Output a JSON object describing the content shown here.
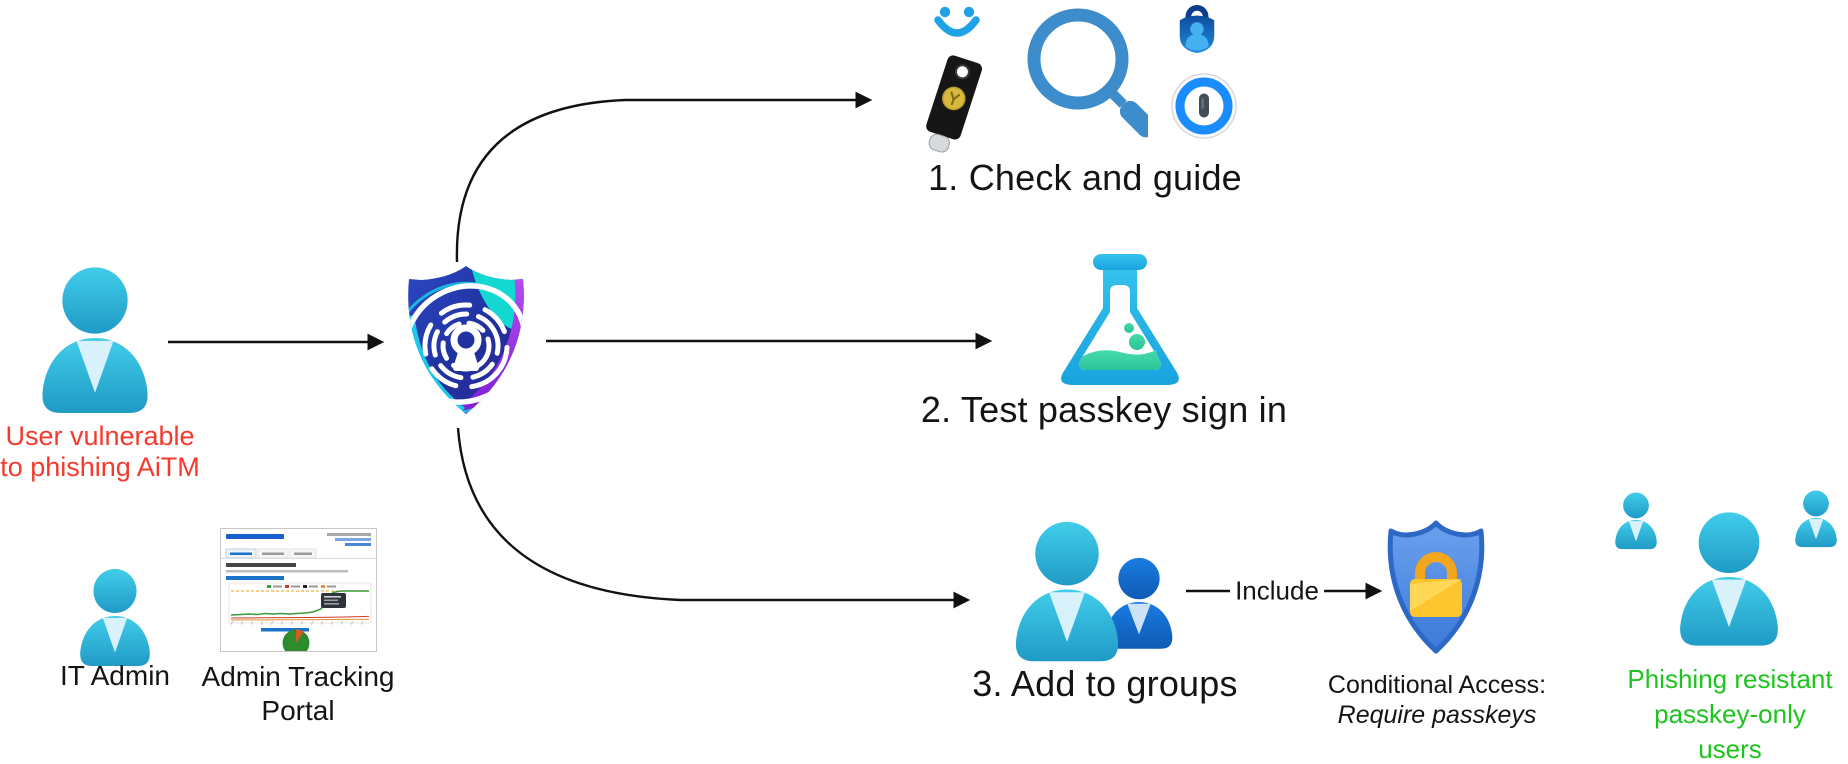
{
  "nodes": {
    "vulnerable_user": {
      "line1": "User vulnerable",
      "line2": "to phishing AiTM"
    },
    "it_admin": {
      "label": "IT Admin"
    },
    "admin_portal": {
      "label": "Admin Tracking Portal"
    },
    "step_check": {
      "label": "1. Check and guide"
    },
    "step_test": {
      "label": "2. Test passkey sign in"
    },
    "step_groups": {
      "label": "3. Add to groups"
    },
    "conditional_access": {
      "title": "Conditional Access:",
      "subtitle": "Require passkeys"
    },
    "passkey_users": {
      "line1": "Phishing resistant",
      "line2": "passkey-only",
      "line3": "users"
    }
  },
  "edges": {
    "include_label": "Include"
  },
  "icons": {
    "passkey-shield-icon": "blue shield with white fingerprint keyhole, teal and purple swooshes",
    "user-icon": "cyan person silhouette",
    "it-admin-icon": "cyan person silhouette (small)",
    "smiley-icon": "blue smiley face",
    "yubikey-icon": "black YubiKey security key with gold disc",
    "magnifier-icon": "blue magnifying glass",
    "authenticator-icon": "Microsoft Authenticator lock-shield with person",
    "onepassword-icon": "1Password blue ring keyhole",
    "flask-icon": "cyan lab flask with green liquid",
    "group-icon": "two person silhouettes (cyan + blue)",
    "conditional-access-shield-icon": "blue shield with gold padlock",
    "passkey-users-group-icon": "three cyan person silhouettes",
    "admin-portal-thumbnail": "miniature dashboard screenshot with line chart and pie chart"
  },
  "colors": {
    "warning_text": "#f5392c",
    "success_text": "#1ec41e",
    "person_cyan": "#2fb9dd",
    "person_blue": "#1478dc",
    "arrow": "#111111",
    "shield_deep_blue": "#20309d",
    "shield_teal": "#13d8d2",
    "shield_purple": "#9b33dd",
    "ca_shield_blue": "#4a85dd",
    "lock_gold": "#fdc62f",
    "flask_cyan": "#2ab5e6",
    "flask_green": "#3bd4a4",
    "smiley_blue": "#1ea3e6",
    "magnifier_blue": "#3d8ccc"
  }
}
